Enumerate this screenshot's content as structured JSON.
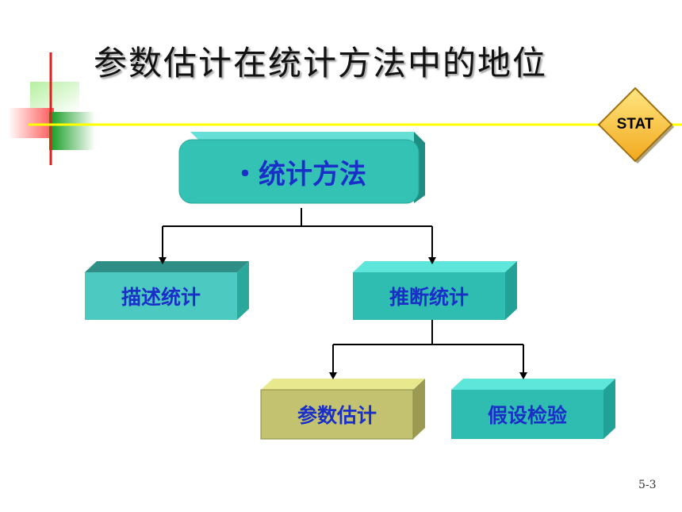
{
  "slide": {
    "title": "参数估计在统计方法中的地位",
    "page_number": "5-3",
    "badge": "STAT"
  },
  "diagram": {
    "root": {
      "label": "・统计方法"
    },
    "level2": [
      {
        "label": "描述统计"
      },
      {
        "label": "推断统计"
      }
    ],
    "level3": [
      {
        "label": "参数估计"
      },
      {
        "label": "假设检验"
      }
    ]
  },
  "colors": {
    "box_teal": "#33c2b4",
    "box_highlight": "#c2c270",
    "label_text": "#1a2fc8",
    "rule_line": "#ffff00",
    "badge_fill": "#ffd24a"
  }
}
